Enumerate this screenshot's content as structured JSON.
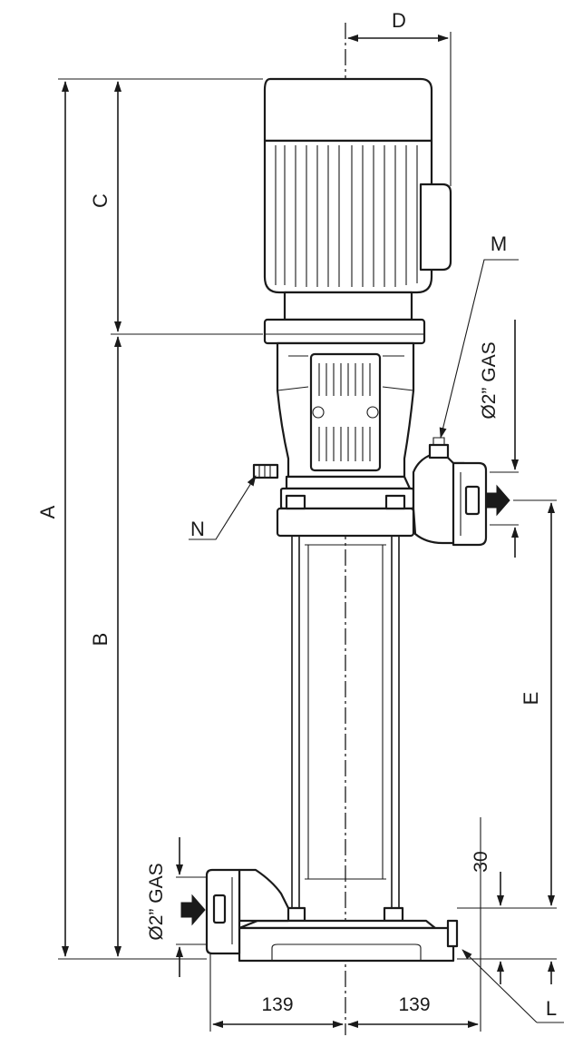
{
  "labels": {
    "A": "A",
    "B": "B",
    "C": "C",
    "D": "D",
    "E": "E",
    "M": "M",
    "N": "N",
    "L": "L"
  },
  "dimensions": {
    "outlet_thread": "Ø2” GAS",
    "inlet_thread": "Ø2” GAS",
    "base_height": "30",
    "left_half_width": "139",
    "right_half_width": "139"
  }
}
